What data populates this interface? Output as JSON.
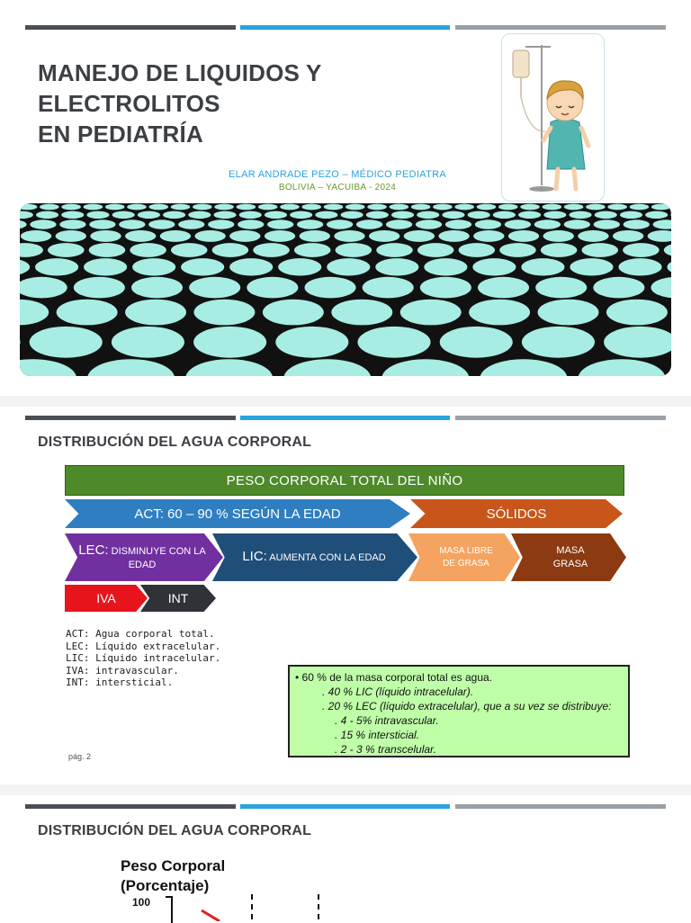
{
  "slide1": {
    "title_line1": "MANEJO DE LIQUIDOS Y ELECTROLITOS",
    "title_line2": "EN PEDIATRÍA",
    "author": "ELAR ANDRADE PEZO – MÉDICO PEDIATRA",
    "place": "BOLIVIA – YACUIBA - 2024"
  },
  "slide2": {
    "title": "DISTRIBUCIÓN DEL AGUA CORPORAL",
    "diagram": {
      "peso": "PESO CORPORAL TOTAL DEL NIÑO",
      "act": "ACT: 60 – 90 % SEGÚN LA EDAD",
      "solidos": "SÓLIDOS",
      "lec_main": "LEC:",
      "lec_sub": " DISMINUYE CON LA EDAD",
      "lic_main": "LIC:",
      "lic_sub": " AUMENTA CON LA EDAD",
      "masa_libre": "MASA LIBRE DE GRASA",
      "masa_grasa": "MASA GRASA",
      "iva": "IVA",
      "int": "INT"
    },
    "legend": [
      "ACT: Agua corporal total.",
      "LEC: Líquido extracelular.",
      "LIC: Líquido intracelular.",
      "IVA: intravascular.",
      "INT: intersticial."
    ],
    "notes": [
      "• 60 % de la masa corporal total es agua.",
      ". 40 %  LIC (líquido intracelular).",
      ". 20 %  LEC (líquido extracelular), que a su vez se distribuye:",
      ". 4 - 5%    intravascular.",
      ". 15 %      intersticial.",
      ". 2 - 3 % transcelular."
    ],
    "page": "pág. 2"
  },
  "slide3": {
    "title": "DISTRIBUCIÓN DEL AGUA CORPORAL",
    "chart_title_line1": "Peso Corporal",
    "chart_title_line2": "(Porcentaje)",
    "tick_top": "100"
  }
}
